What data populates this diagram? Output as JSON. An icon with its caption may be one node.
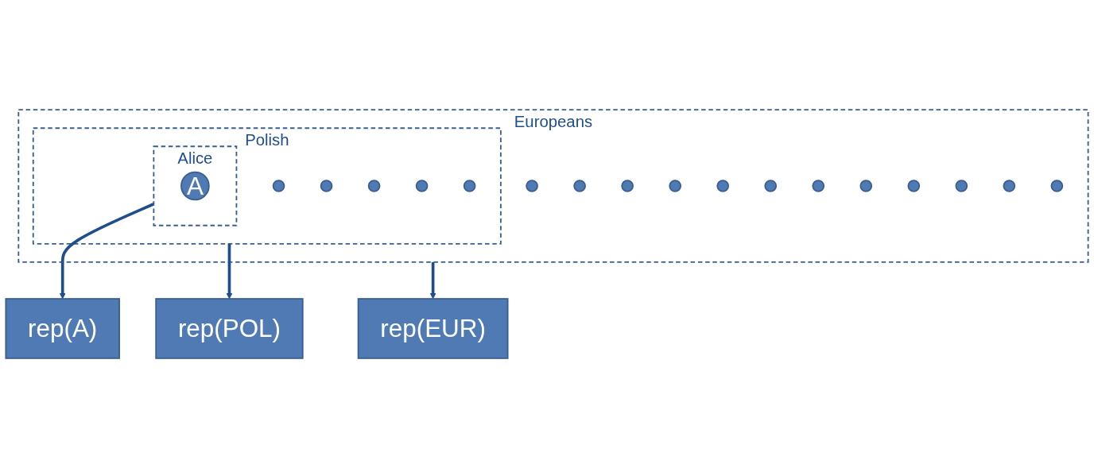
{
  "diagram": {
    "nodes": [
      {
        "text": [
          "Europeans"
        ]
      },
      {
        "text": [
          "Polish"
        ],
        "in": 0
      },
      {
        "text": [
          "Alice"
        ],
        "in": 1
      },
      {
        "text": [
          "A"
        ],
        "in": 2
      },
      {
        "text": [],
        "shape": "circle",
        "in": 1
      },
      {
        "text": [],
        "shape": "circle",
        "in": 1
      },
      {
        "text": [],
        "shape": "circle",
        "in": 1
      },
      {
        "text": [],
        "shape": "circle",
        "in": 1
      },
      {
        "text": [],
        "shape": "circle",
        "in": 1
      },
      {
        "text": [],
        "shape": "circle",
        "in": 0
      },
      {
        "text": [],
        "shape": "circle",
        "in": 0
      },
      {
        "text": [],
        "shape": "circle",
        "in": 0
      },
      {
        "text": [],
        "shape": "circle",
        "in": 0
      },
      {
        "text": [],
        "shape": "circle",
        "in": 0
      },
      {
        "text": [],
        "shape": "circle",
        "in": 0
      },
      {
        "text": [],
        "shape": "circle",
        "in": 0
      },
      {
        "text": [],
        "shape": "circle",
        "in": 0
      },
      {
        "text": [],
        "shape": "circle",
        "in": 0
      },
      {
        "text": [],
        "shape": "circle",
        "in": 0
      },
      {
        "text": [],
        "shape": "circle",
        "in": 0
      },
      {
        "text": [],
        "shape": "circle",
        "in": 0
      },
      {
        "text": [
          "rep(A)"
        ]
      },
      {
        "text": [
          "rep(POL)"
        ]
      },
      {
        "text": [
          "rep(EUR)"
        ]
      }
    ],
    "edges": [
      {
        "from": 2,
        "to": 21,
        "arrow": "to"
      },
      {
        "from": 1,
        "to": 22,
        "arrow": "to"
      },
      {
        "from": 0,
        "to": 23,
        "arrow": "to"
      }
    ]
  }
}
